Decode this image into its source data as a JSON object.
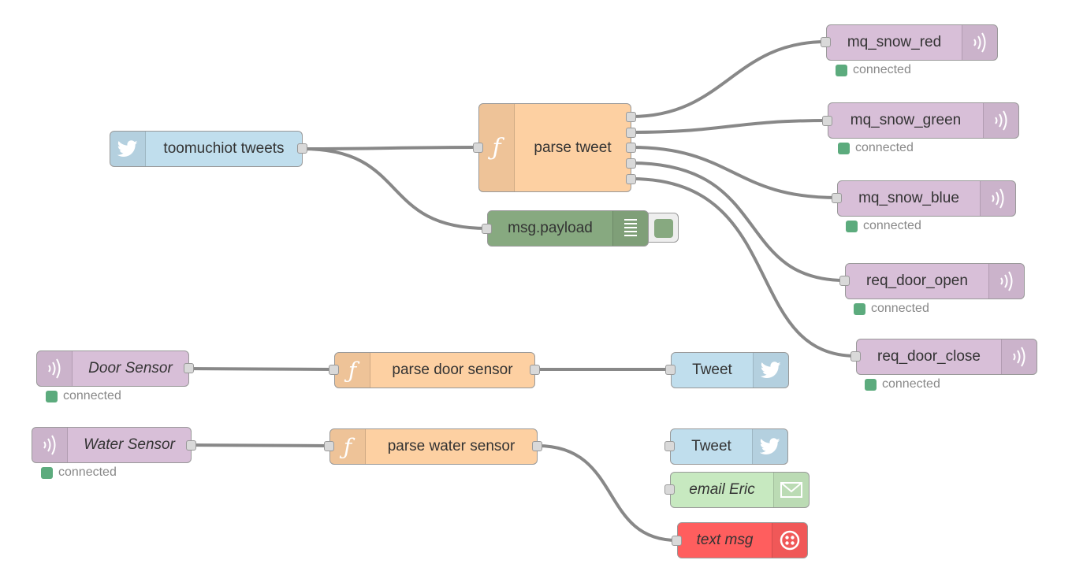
{
  "nodes": {
    "toomuchiot": {
      "label": "toomuchiot tweets",
      "icon": "twitter-bird-icon"
    },
    "parse_tweet": {
      "label": "parse tweet",
      "icon": "function-icon"
    },
    "debug": {
      "label": "msg.payload",
      "icon": "debug-list-icon"
    },
    "mq_snow_red": {
      "label": "mq_snow_red",
      "status": "connected",
      "icon": "mqtt-wave-icon"
    },
    "mq_snow_green": {
      "label": "mq_snow_green",
      "status": "connected",
      "icon": "mqtt-wave-icon"
    },
    "mq_snow_blue": {
      "label": "mq_snow_blue",
      "status": "connected",
      "icon": "mqtt-wave-icon"
    },
    "req_door_open": {
      "label": "req_door_open",
      "status": "connected",
      "icon": "mqtt-wave-icon"
    },
    "req_door_close": {
      "label": "req_door_close",
      "status": "connected",
      "icon": "mqtt-wave-icon"
    },
    "door_sensor": {
      "label": "Door Sensor",
      "status": "connected",
      "icon": "mqtt-wave-icon"
    },
    "parse_door": {
      "label": "parse door sensor",
      "icon": "function-icon"
    },
    "tweet1": {
      "label": "Tweet",
      "icon": "twitter-bird-icon"
    },
    "water_sensor": {
      "label": "Water Sensor",
      "status": "connected",
      "icon": "mqtt-wave-icon"
    },
    "parse_water": {
      "label": "parse water sensor",
      "icon": "function-icon"
    },
    "tweet2": {
      "label": "Tweet",
      "icon": "twitter-bird-icon"
    },
    "email": {
      "label": "email Eric",
      "icon": "envelope-icon"
    },
    "textmsg": {
      "label": "text msg",
      "icon": "twilio-icon"
    }
  },
  "wires": [
    {
      "from": "toomuchiot",
      "to": "parse_tweet"
    },
    {
      "from": "toomuchiot",
      "to": "debug"
    },
    {
      "from": "parse_tweet",
      "to": "mq_snow_red"
    },
    {
      "from": "parse_tweet",
      "to": "mq_snow_green"
    },
    {
      "from": "parse_tweet",
      "to": "mq_snow_blue"
    },
    {
      "from": "parse_tweet",
      "to": "req_door_open"
    },
    {
      "from": "parse_tweet",
      "to": "req_door_close"
    },
    {
      "from": "door_sensor",
      "to": "parse_door"
    },
    {
      "from": "parse_door",
      "to": "tweet1"
    },
    {
      "from": "water_sensor",
      "to": "parse_water"
    },
    {
      "from": "parse_water",
      "to": "textmsg"
    }
  ],
  "colors": {
    "mqtt": "#d8bfd8",
    "function": "#fdd0a2",
    "twitter": "#c0deed",
    "debug": "#87a980",
    "email": "#c7e9c0",
    "sms": "#ff5e5e",
    "status_connected": "#5cab7d",
    "wire": "#888888"
  }
}
